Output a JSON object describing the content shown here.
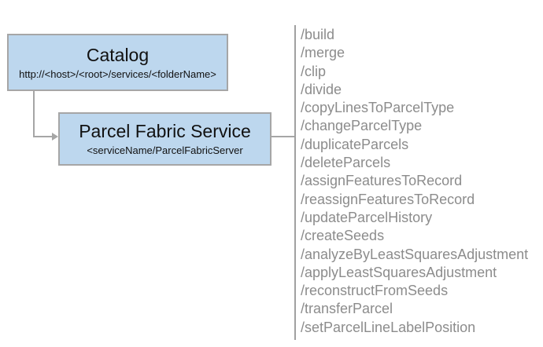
{
  "catalog": {
    "title": "Catalog",
    "subtitle": "http://<host>/<root>/services/<folderName>"
  },
  "service": {
    "title": "Parcel Fabric Service",
    "subtitle": "<serviceName/ParcelFabricServer"
  },
  "endpoints": [
    "/build",
    "/merge",
    "/clip",
    "/divide",
    "/copyLinesToParcelType",
    "/changeParcelType",
    "/duplicateParcels",
    "/deleteParcels",
    "/assignFeaturesToRecord",
    "/reassignFeaturesToRecord",
    "/updateParcelHistory",
    "/createSeeds",
    "/analyzeByLeastSquaresAdjustment",
    "/applyLeastSquaresAdjustment",
    "/reconstructFromSeeds",
    "/transferParcel",
    "/setParcelLineLabelPosition"
  ],
  "colors": {
    "box_fill": "#bdd7ee",
    "box_border": "#a6a6a6",
    "connector": "#a6a6a6",
    "divider": "#a0a0a0",
    "endpoint_text": "#8c8c8c",
    "title_text": "#111111"
  }
}
